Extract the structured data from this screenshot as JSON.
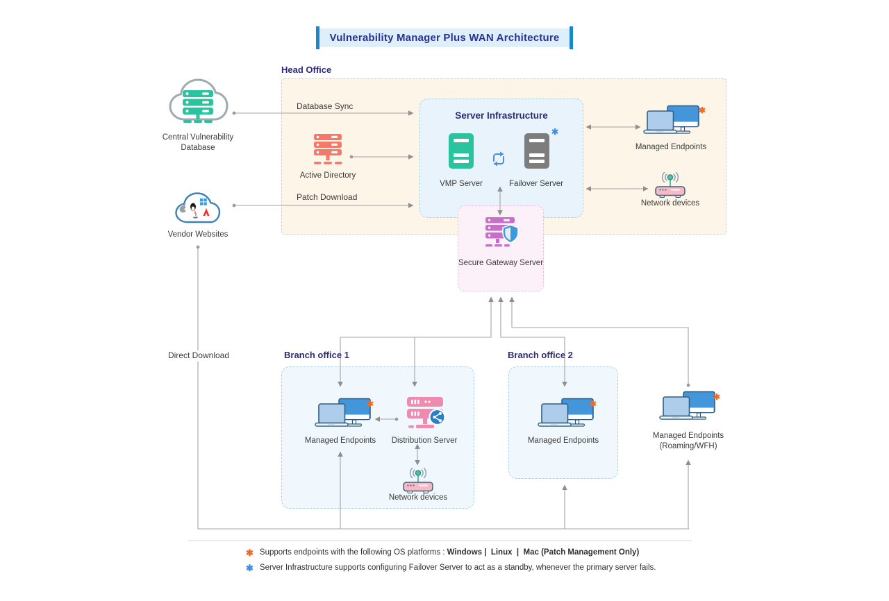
{
  "title": {
    "text": "Vulnerability Manager Plus WAN Architecture"
  },
  "labels": {
    "head_office": "Head Office",
    "central_db": "Central Vulnerability Database",
    "vendor_websites": "Vendor Websites",
    "database_sync": "Database Sync",
    "active_directory": "Active Directory",
    "patch_download": "Patch Download",
    "direct_download": "Direct Download",
    "server_infrastructure": "Server Infrastructure",
    "vmp_server": "VMP Server",
    "failover_server": "Failover Server",
    "managed_endpoints": "Managed Endpoints",
    "network_devices": "Network devices",
    "secure_gateway": "Secure Gateway Server",
    "branch1": "Branch office 1",
    "branch2": "Branch office 2",
    "distribution_server": "Distribution Server",
    "roaming_line1": "Managed Endpoints",
    "roaming_line2": "(Roaming/WFH)",
    "asterisk": "✱"
  },
  "footnotes": {
    "note1_marker": "✱",
    "note1_text": "Supports endpoints with the following OS platforms :  ",
    "note1_bold": "Windows |  Linux  |  Mac (Patch Management Only)",
    "note2_marker": "✱",
    "note2_text": "Server Infrastructure supports configuring Failover Server to act as a standby, whenever the primary server fails."
  },
  "colors": {
    "title_text": "#2d3092",
    "title_bg": "#ddeffb",
    "title_bar": "#1b86c8",
    "section_header": "#2d2a7a",
    "head_office_bg": "#fdf5e7",
    "head_office_border": "#eecb90",
    "infra_bg": "#e9f3fb",
    "infra_border": "#abd0ea",
    "gateway_bg": "#fdf1f9",
    "gateway_border": "#f0bfe0",
    "branch_bg": "#f1f8fd",
    "connector_gray": "#a3a3a3",
    "asterisk_orange": "#f26a21",
    "asterisk_blue": "#4090e0",
    "vmp_green": "#29c3a0",
    "failover_gray": "#7d7d7d",
    "active_directory_red": "#f4796b",
    "gateway_purple": "#c76fc8",
    "distribution_pink": "#f08bb0",
    "endpoint_blue": "#4496da",
    "shield_blue": "#3d99da"
  }
}
